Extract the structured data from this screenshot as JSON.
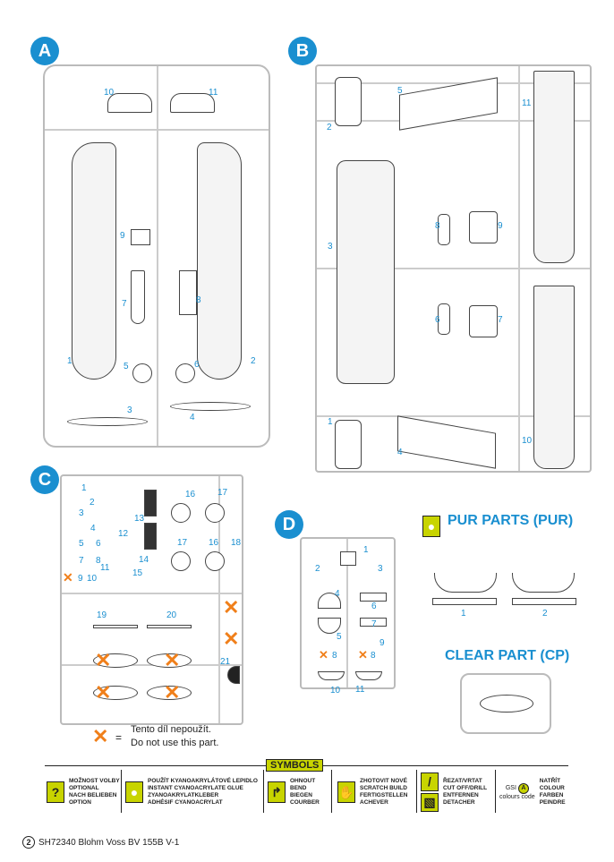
{
  "sprues": {
    "a": {
      "label": "A",
      "parts": [
        "10",
        "11",
        "9",
        "7",
        "8",
        "1",
        "5",
        "6",
        "2",
        "3",
        "4"
      ]
    },
    "b": {
      "label": "B",
      "parts": [
        "5",
        "11",
        "2",
        "3",
        "8",
        "9",
        "6",
        "7",
        "1",
        "4",
        "10"
      ]
    },
    "c": {
      "label": "C",
      "parts": [
        "1",
        "2",
        "3",
        "4",
        "5",
        "6",
        "7",
        "8",
        "9",
        "10",
        "11",
        "12",
        "13",
        "14",
        "15",
        "16",
        "17",
        "17",
        "16",
        "18",
        "19",
        "20",
        "21"
      ]
    },
    "d": {
      "label": "D",
      "parts": [
        "1",
        "2",
        "3",
        "4",
        "5",
        "6",
        "7",
        "8",
        "8",
        "9",
        "10",
        "11"
      ]
    }
  },
  "pur": {
    "title": "PUR PARTS (PUR)",
    "parts": [
      "1",
      "2"
    ]
  },
  "clear": {
    "title": "CLEAR PART (CP)"
  },
  "legend": {
    "symbol": "=",
    "line1": "Tento díl nepoužít.",
    "line2": "Do not use this part."
  },
  "symbols": {
    "title": "SYMBOLS",
    "items": [
      {
        "icon": "question-icon",
        "text": [
          "MOŽNOST VOLBY",
          "OPTIONAL",
          "NACH BELIEBEN",
          "OPTION"
        ]
      },
      {
        "icon": "glue-drop-icon",
        "text": [
          "POUŽÍT KYANOAKRYLÁTOVÉ LEPIDLO",
          "INSTANT CYANOACRYLATE GLUE",
          "ZYANOAKRYLATKLEBER",
          "ADHÉSIF CYANOACRYLAT"
        ]
      },
      {
        "icon": "bend-icon",
        "text": [
          "OHNOUT",
          "BEND",
          "BIEGEN",
          "COURBER"
        ]
      },
      {
        "icon": "hand-icon",
        "text": [
          "ZHOTOVIT NOVÉ",
          "SCRATCH BUILD",
          "FERTIGSTELLEN",
          "ACHEVER"
        ]
      },
      {
        "icon": "cut-icon",
        "text": [
          "ŘEZAT/VRTAT",
          "CUT OFF/DRILL",
          "ENTFERNEN",
          "DETACHER"
        ]
      },
      {
        "icon": "paint-icon",
        "gsi": "GSI",
        "code_label": "colours code",
        "paint_letter": "A",
        "text": [
          "NATŘÍT",
          "COLOUR",
          "FARBEN",
          "PEINDRE"
        ]
      }
    ]
  },
  "footer": {
    "page": "2",
    "title": "SH72340 Blohm Voss BV 155B V-1"
  }
}
